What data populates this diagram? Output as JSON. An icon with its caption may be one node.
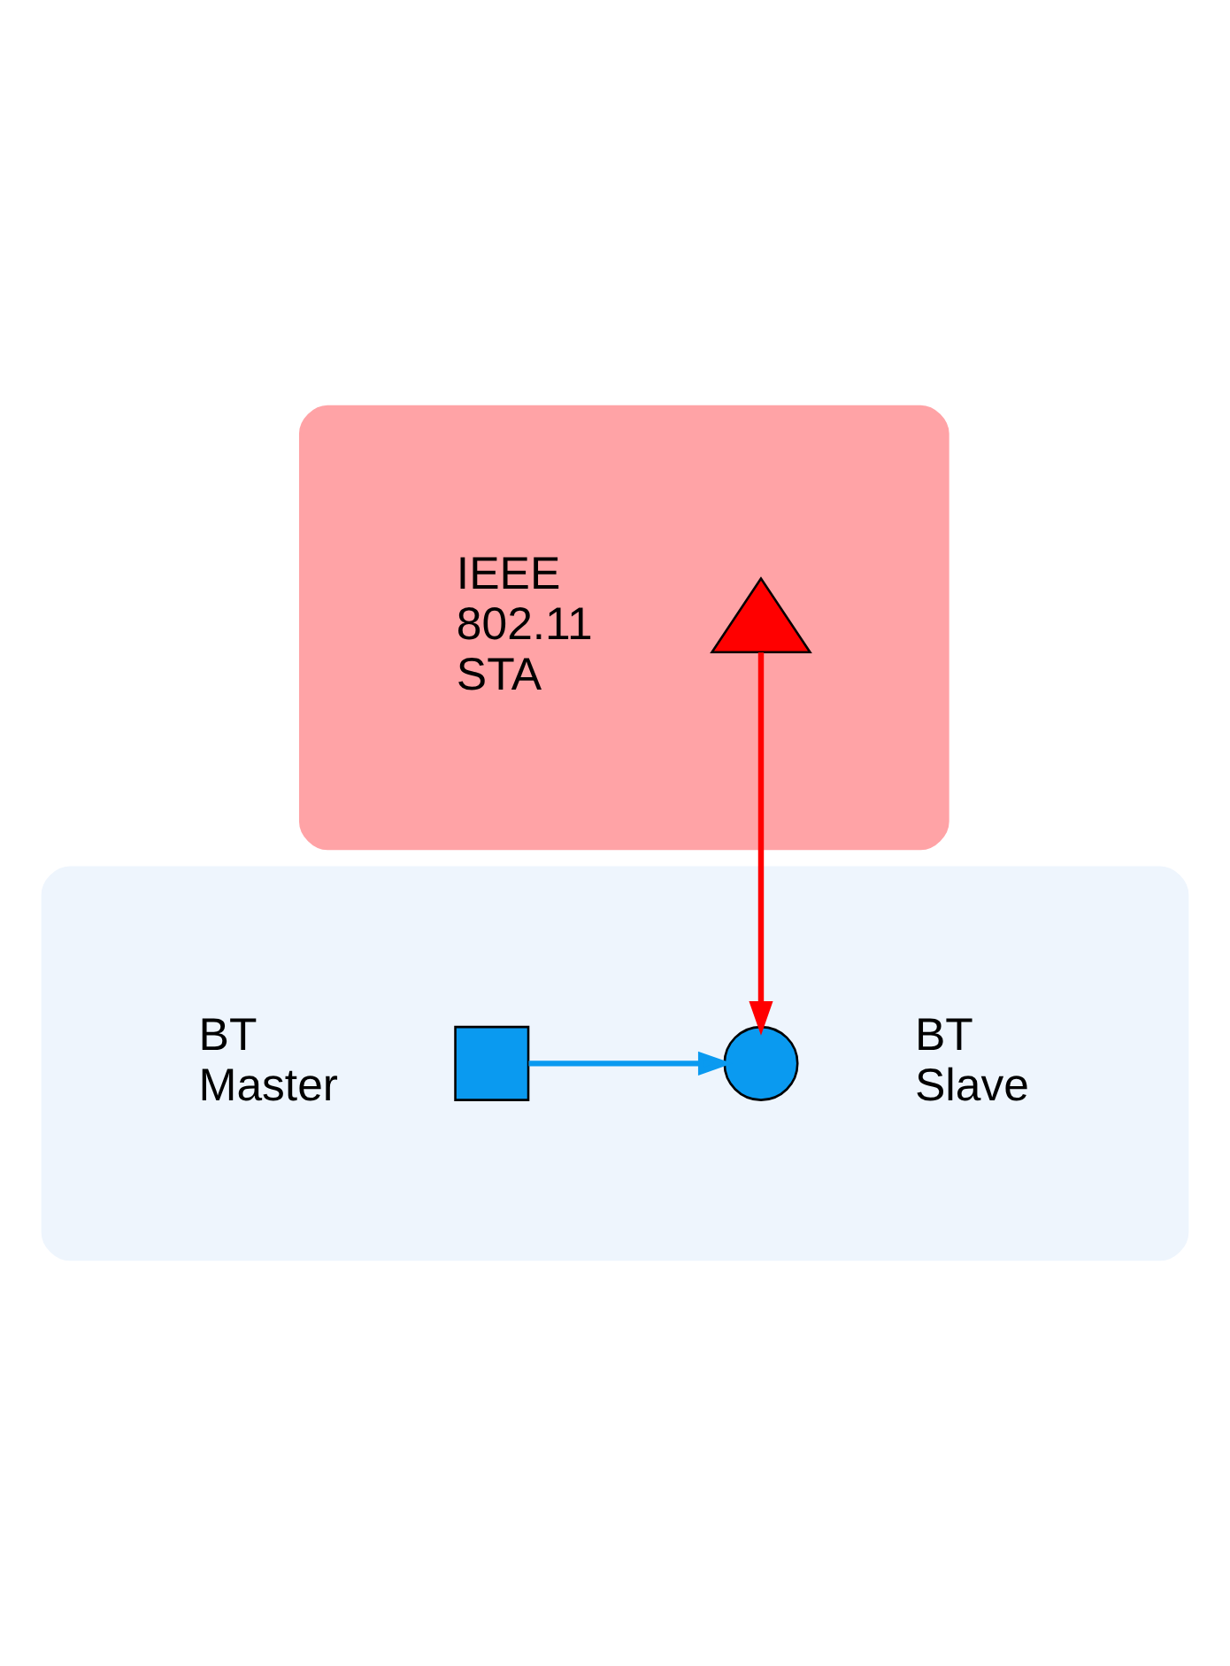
{
  "diagram": {
    "nodes": [
      {
        "text": [],
        "shape": "ellipse"
      },
      {
        "text": [],
        "shape": "triangle",
        "beside": [
          "IEEE 802.11 STA"
        ],
        "in": 0
      },
      {
        "text": [],
        "shape": "ellipse"
      },
      {
        "text": [],
        "shape": "box",
        "beside": [
          "BT Master"
        ],
        "in": 2
      },
      {
        "text": [],
        "shape": "circle",
        "beside": [
          "BT Slave"
        ],
        "in": 2
      }
    ],
    "edges": [
      {
        "from": 1,
        "to": 4,
        "arrow": "to",
        "color": "#ff0000"
      },
      {
        "from": 3,
        "to": 4,
        "arrow": "to",
        "color": "#0a9af0"
      }
    ]
  }
}
